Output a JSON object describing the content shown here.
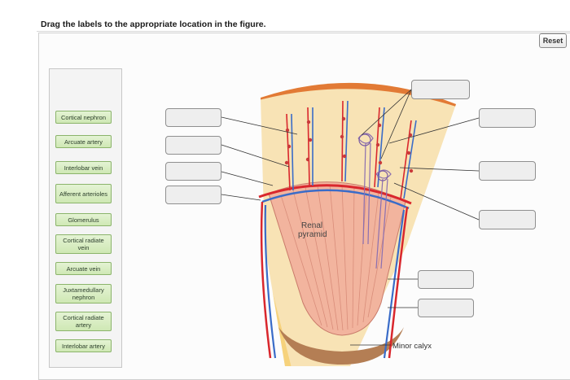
{
  "instruction": "Drag the labels to the appropriate location in the figure.",
  "reset_label": "Reset",
  "labels": [
    {
      "text": "Cortical nephron"
    },
    {
      "text": "Arcuate artery"
    },
    {
      "text": "Interlobar vein"
    },
    {
      "text": "Afferent arterioles"
    },
    {
      "text": "Glomerulus"
    },
    {
      "text": "Cortical radiate vein"
    },
    {
      "text": "Arcuate vein"
    },
    {
      "text": "Juxtamedullary nephron"
    },
    {
      "text": "Cortical radiate artery"
    },
    {
      "text": "Interlobar artery"
    }
  ],
  "figure": {
    "pyramid_label_line1": "Renal",
    "pyramid_label_line2": "pyramid",
    "minor_calyx_label": "Minor calyx"
  },
  "colors": {
    "capsule": "#e27a35",
    "cortex": "#f8e3b5",
    "pyramid": "#f2b49e",
    "artery": "#d9272d",
    "vein": "#3a6cc8",
    "label_fill": "#d6ecbf",
    "label_border": "#8bb46b"
  }
}
